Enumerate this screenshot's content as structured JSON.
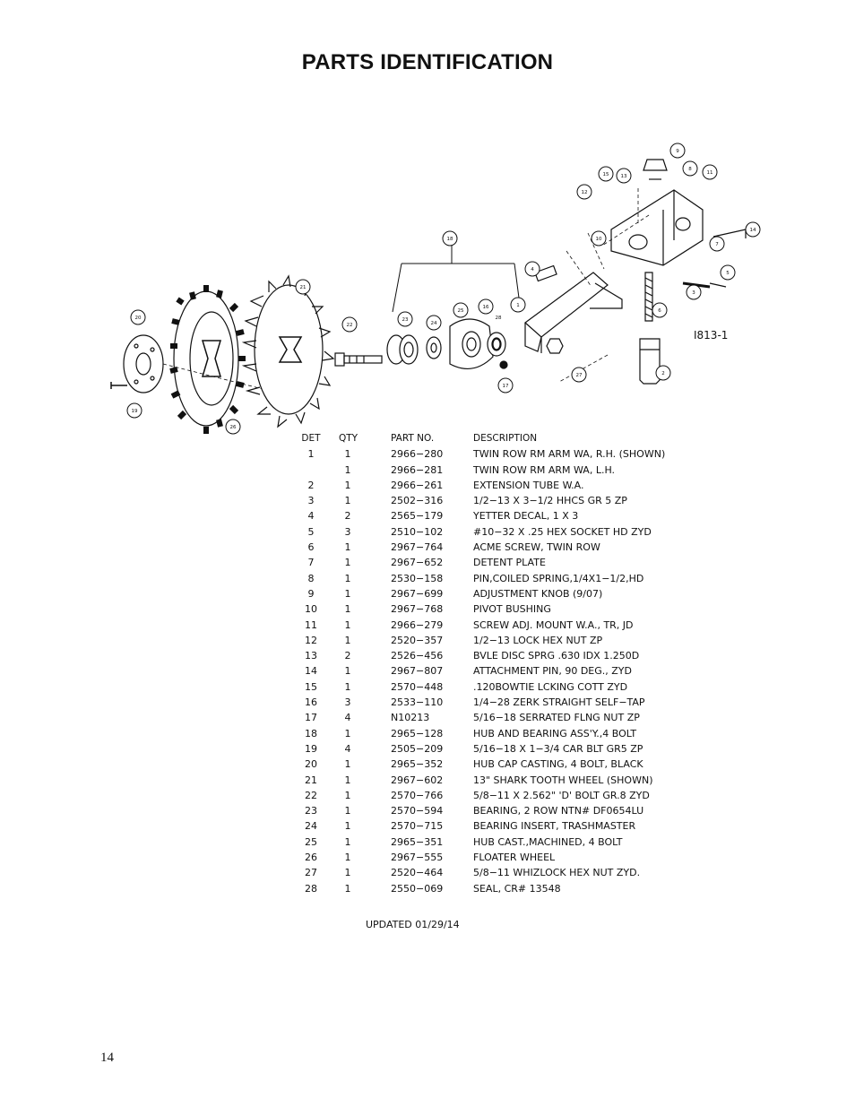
{
  "page": {
    "title": "PARTS IDENTIFICATION",
    "updated": "UPDATED 01/29/14",
    "page_number": "14"
  },
  "diagram": {
    "reference": "I813-1",
    "callouts": [
      "1",
      "2",
      "3",
      "4",
      "5",
      "6",
      "7",
      "8",
      "9",
      "10",
      "11",
      "12",
      "13",
      "14",
      "15",
      "16",
      "17",
      "18",
      "19",
      "20",
      "21",
      "22",
      "23",
      "24",
      "25",
      "26",
      "27",
      "28"
    ]
  },
  "table": {
    "headers": {
      "det": "DET",
      "qty": "QTY",
      "part": "PART NO.",
      "desc": "DESCRIPTION"
    },
    "rows": [
      {
        "det": "1",
        "qty": "1",
        "part": "2966−280",
        "desc": "TWIN ROW RM ARM WA, R.H. (SHOWN)"
      },
      {
        "det": "",
        "qty": "1",
        "part": "2966−281",
        "desc": "TWIN ROW RM ARM WA, L.H."
      },
      {
        "det": "2",
        "qty": "1",
        "part": "2966−261",
        "desc": "EXTENSION TUBE W.A."
      },
      {
        "det": "3",
        "qty": "1",
        "part": "2502−316",
        "desc": "1/2−13 X 3−1/2 HHCS GR 5 ZP"
      },
      {
        "det": "4",
        "qty": "2",
        "part": "2565−179",
        "desc": "YETTER DECAL, 1 X 3"
      },
      {
        "det": "5",
        "qty": "3",
        "part": "2510−102",
        "desc": "#10−32 X .25 HEX SOCKET HD ZYD"
      },
      {
        "det": "6",
        "qty": "1",
        "part": "2967−764",
        "desc": "ACME SCREW, TWIN ROW"
      },
      {
        "det": "7",
        "qty": "1",
        "part": "2967−652",
        "desc": "DETENT PLATE"
      },
      {
        "det": "8",
        "qty": "1",
        "part": "2530−158",
        "desc": "PIN,COILED SPRING,1/4X1−1/2,HD"
      },
      {
        "det": "9",
        "qty": "1",
        "part": "2967−699",
        "desc": "ADJUSTMENT KNOB (9/07)"
      },
      {
        "det": "10",
        "qty": "1",
        "part": "2967−768",
        "desc": "PIVOT BUSHING"
      },
      {
        "det": "11",
        "qty": "1",
        "part": "2966−279",
        "desc": "SCREW ADJ. MOUNT W.A., TR, JD"
      },
      {
        "det": "12",
        "qty": "1",
        "part": "2520−357",
        "desc": "1/2−13 LOCK HEX NUT ZP"
      },
      {
        "det": "13",
        "qty": "2",
        "part": "2526−456",
        "desc": "BVLE DISC SPRG .630 IDX 1.250D"
      },
      {
        "det": "14",
        "qty": "1",
        "part": "2967−807",
        "desc": "ATTACHMENT PIN, 90 DEG., ZYD"
      },
      {
        "det": "15",
        "qty": "1",
        "part": "2570−448",
        "desc": ".120BOWTIE LCKING COTT ZYD"
      },
      {
        "det": "16",
        "qty": "3",
        "part": "2533−110",
        "desc": "1/4−28 ZERK STRAIGHT SELF−TAP"
      },
      {
        "det": "17",
        "qty": "4",
        "part": "N10213",
        "desc": "5/16−18 SERRATED FLNG NUT ZP"
      },
      {
        "det": "18",
        "qty": "1",
        "part": "2965−128",
        "desc": "HUB AND BEARING ASS'Y.,4 BOLT"
      },
      {
        "det": "19",
        "qty": "4",
        "part": "2505−209",
        "desc": "5/16−18 X 1−3/4 CAR BLT GR5 ZP"
      },
      {
        "det": "20",
        "qty": "1",
        "part": "2965−352",
        "desc": "HUB CAP CASTING, 4 BOLT, BLACK"
      },
      {
        "det": "21",
        "qty": "1",
        "part": "2967−602",
        "desc": "13\" SHARK TOOTH WHEEL (SHOWN)"
      },
      {
        "det": "22",
        "qty": "1",
        "part": "2570−766",
        "desc": "5/8−11 X 2.562\" 'D' BOLT GR.8 ZYD"
      },
      {
        "det": "23",
        "qty": "1",
        "part": "2570−594",
        "desc": "BEARING, 2 ROW NTN# DF0654LU"
      },
      {
        "det": "24",
        "qty": "1",
        "part": "2570−715",
        "desc": "BEARING INSERT, TRASHMASTER"
      },
      {
        "det": "25",
        "qty": "1",
        "part": "2965−351",
        "desc": "HUB CAST.,MACHINED, 4 BOLT"
      },
      {
        "det": "26",
        "qty": "1",
        "part": "2967−555",
        "desc": "FLOATER WHEEL"
      },
      {
        "det": "27",
        "qty": "1",
        "part": "2520−464",
        "desc": "5/8−11 WHIZLOCK HEX NUT ZYD."
      },
      {
        "det": "28",
        "qty": "1",
        "part": "2550−069",
        "desc": "SEAL, CR# 13548"
      }
    ]
  }
}
